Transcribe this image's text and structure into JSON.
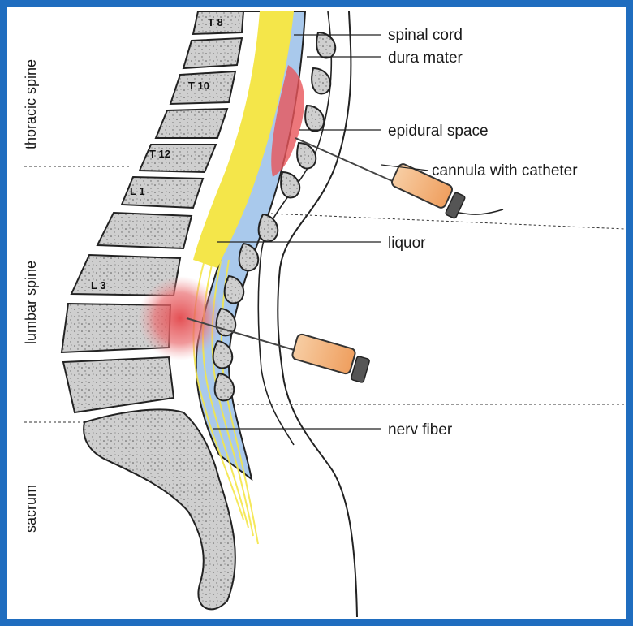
{
  "colors": {
    "frame": "#1f6dbf",
    "bone": "#cfcfcf",
    "spinal_cord": "#f4e64a",
    "liquor": "#a9c9ec",
    "epidural_highlight": "#e8555a",
    "syringe": "#f2b37a"
  },
  "region_labels": {
    "thoracic": "thoracic spine",
    "lumbar": "lumbar spine",
    "sacrum": "sacrum"
  },
  "vertebra_labels": {
    "t8": "T 8",
    "t10": "T 10",
    "t12": "T 12",
    "l1": "L 1",
    "l3": "L 3"
  },
  "callouts": {
    "spinal_cord": "spinal cord",
    "dura_mater": "dura mater",
    "epidural_space": "epidural space",
    "cannula": "cannula with catheter",
    "liquor": "liquor",
    "nerv_fiber": "nerv fiber"
  }
}
